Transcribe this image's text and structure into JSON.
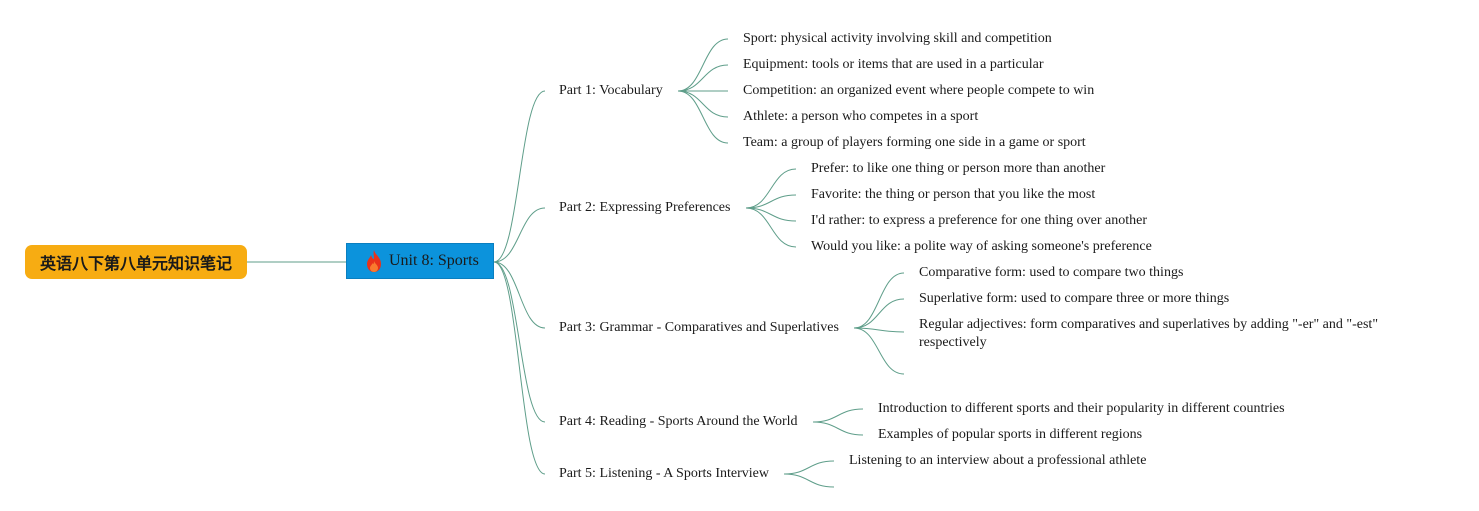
{
  "root": {
    "title": "英语八下第八单元知识笔记"
  },
  "unit": {
    "title": "Unit 8: Sports",
    "icon": "fire-icon"
  },
  "colors": {
    "root_bg": "#f7ac12",
    "unit_bg": "#0c93dc",
    "line": "#5f9e8a"
  },
  "parts": [
    {
      "title": "Part 1: Vocabulary",
      "items": [
        "Sport: physical activity involving skill and competition",
        "Equipment: tools or items that are used in a particular",
        "Competition: an organized event where people compete to win",
        "Athlete: a person who competes in a sport",
        "Team: a group of players forming one side in a game or sport"
      ]
    },
    {
      "title": "Part 2: Expressing Preferences",
      "items": [
        "Prefer: to like one thing or person more than another",
        "Favorite: the thing or person that you like the most",
        "I'd rather: to express a preference for one thing over another",
        "Would you like: a polite way of asking someone's preference"
      ]
    },
    {
      "title": "Part 3: Grammar - Comparatives and Superlatives",
      "items": [
        "Comparative form: used to compare two things",
        "Superlative form: used to compare three or more things",
        "Regular adjectives: form comparatives and superlatives by adding \"-er\" and \"-est\" respectively",
        ""
      ]
    },
    {
      "title": "Part 4: Reading - Sports Around the World",
      "items": [
        "Introduction to different sports and their popularity in different countries",
        "Examples of popular sports in different regions"
      ]
    },
    {
      "title": "Part 5: Listening - A Sports Interview",
      "items": [
        "Listening to an interview about a professional athlete",
        ""
      ]
    }
  ]
}
